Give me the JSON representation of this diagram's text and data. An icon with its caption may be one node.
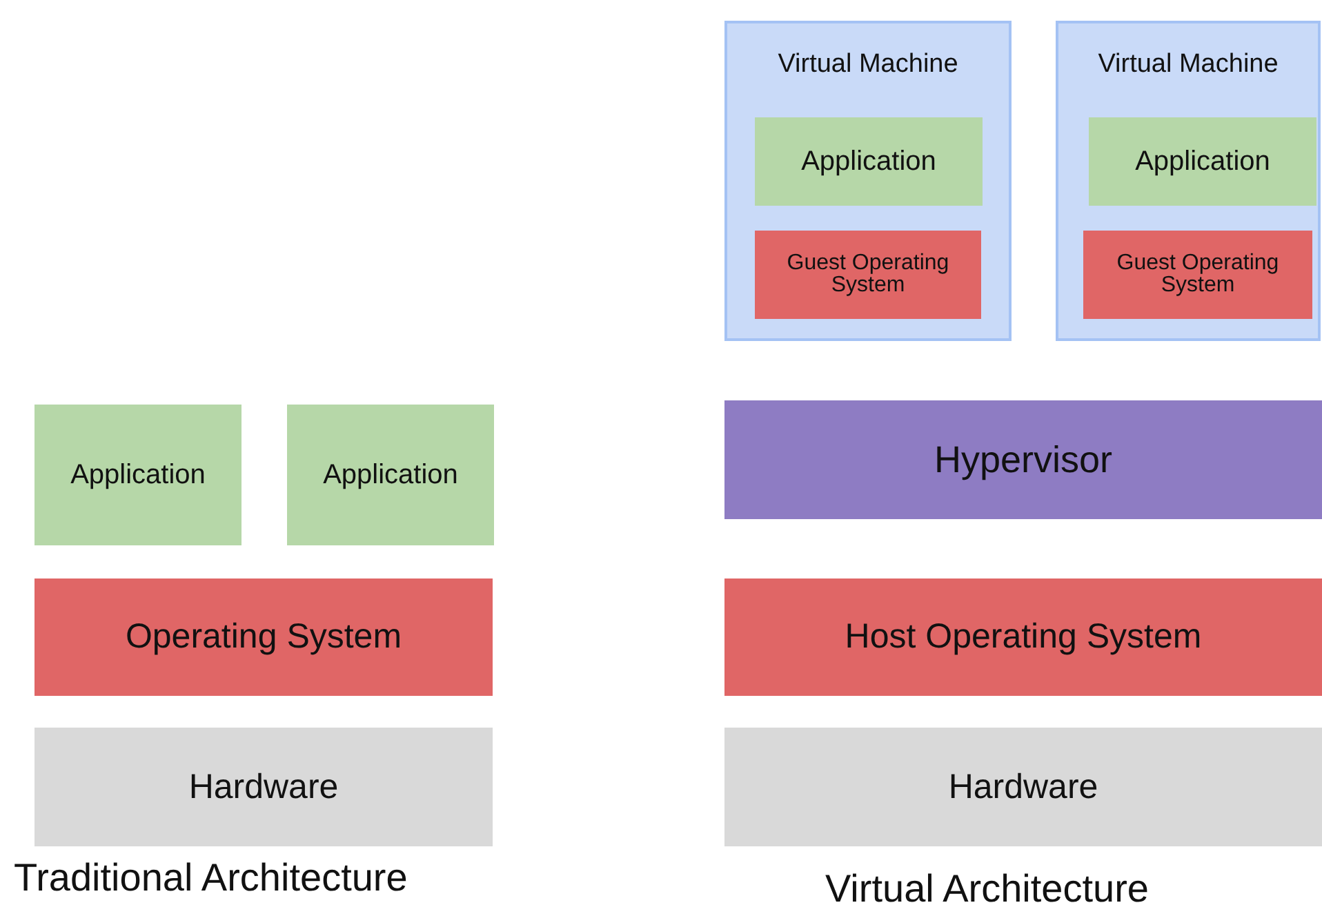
{
  "diagram": {
    "nodes": [
      {
        "text": [
          "Virtual Machine"
        ]
      },
      {
        "text": [
          "Application"
        ],
        "in": 0
      },
      {
        "text": [
          "Guest Operating System"
        ],
        "in": 0
      },
      {
        "text": [
          "Virtual Machine"
        ]
      },
      {
        "text": [
          "Application"
        ],
        "in": 3
      },
      {
        "text": [
          "Guest Operating System"
        ],
        "in": 3
      },
      {
        "text": [
          "Application"
        ]
      },
      {
        "text": [
          "Application"
        ]
      },
      {
        "text": [
          "Hypervisor"
        ]
      },
      {
        "text": [
          "Operating System"
        ]
      },
      {
        "text": [
          "Host Operating System"
        ]
      },
      {
        "text": [
          "Hardware"
        ]
      },
      {
        "text": [
          "Hardware"
        ]
      }
    ],
    "labels": [
      "Traditional Architecture",
      "Virtual Architecture"
    ]
  }
}
